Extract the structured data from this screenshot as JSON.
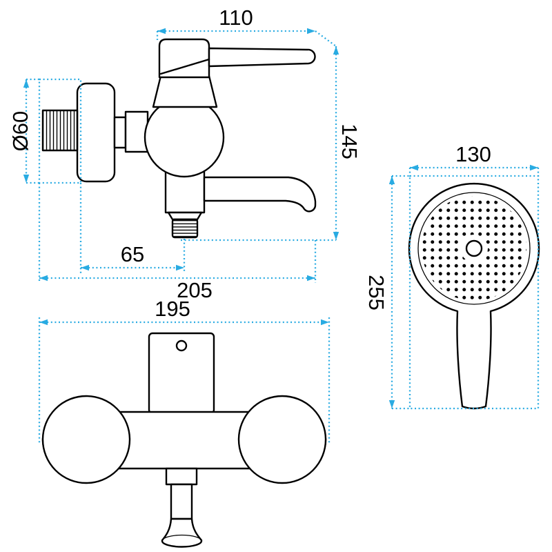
{
  "colors": {
    "background": "#ffffff",
    "outline": "#000000",
    "dimension": "#29abe2"
  },
  "views": {
    "faucet_side": {
      "dims": {
        "handle_width": "110",
        "connector_diameter": "Ø60",
        "body_height": "145",
        "outlet_offset": "65",
        "total_depth": "205"
      }
    },
    "faucet_front": {
      "dims": {
        "body_width": "195"
      }
    },
    "hand_shower": {
      "dims": {
        "head_width": "130",
        "total_height": "255"
      }
    }
  }
}
